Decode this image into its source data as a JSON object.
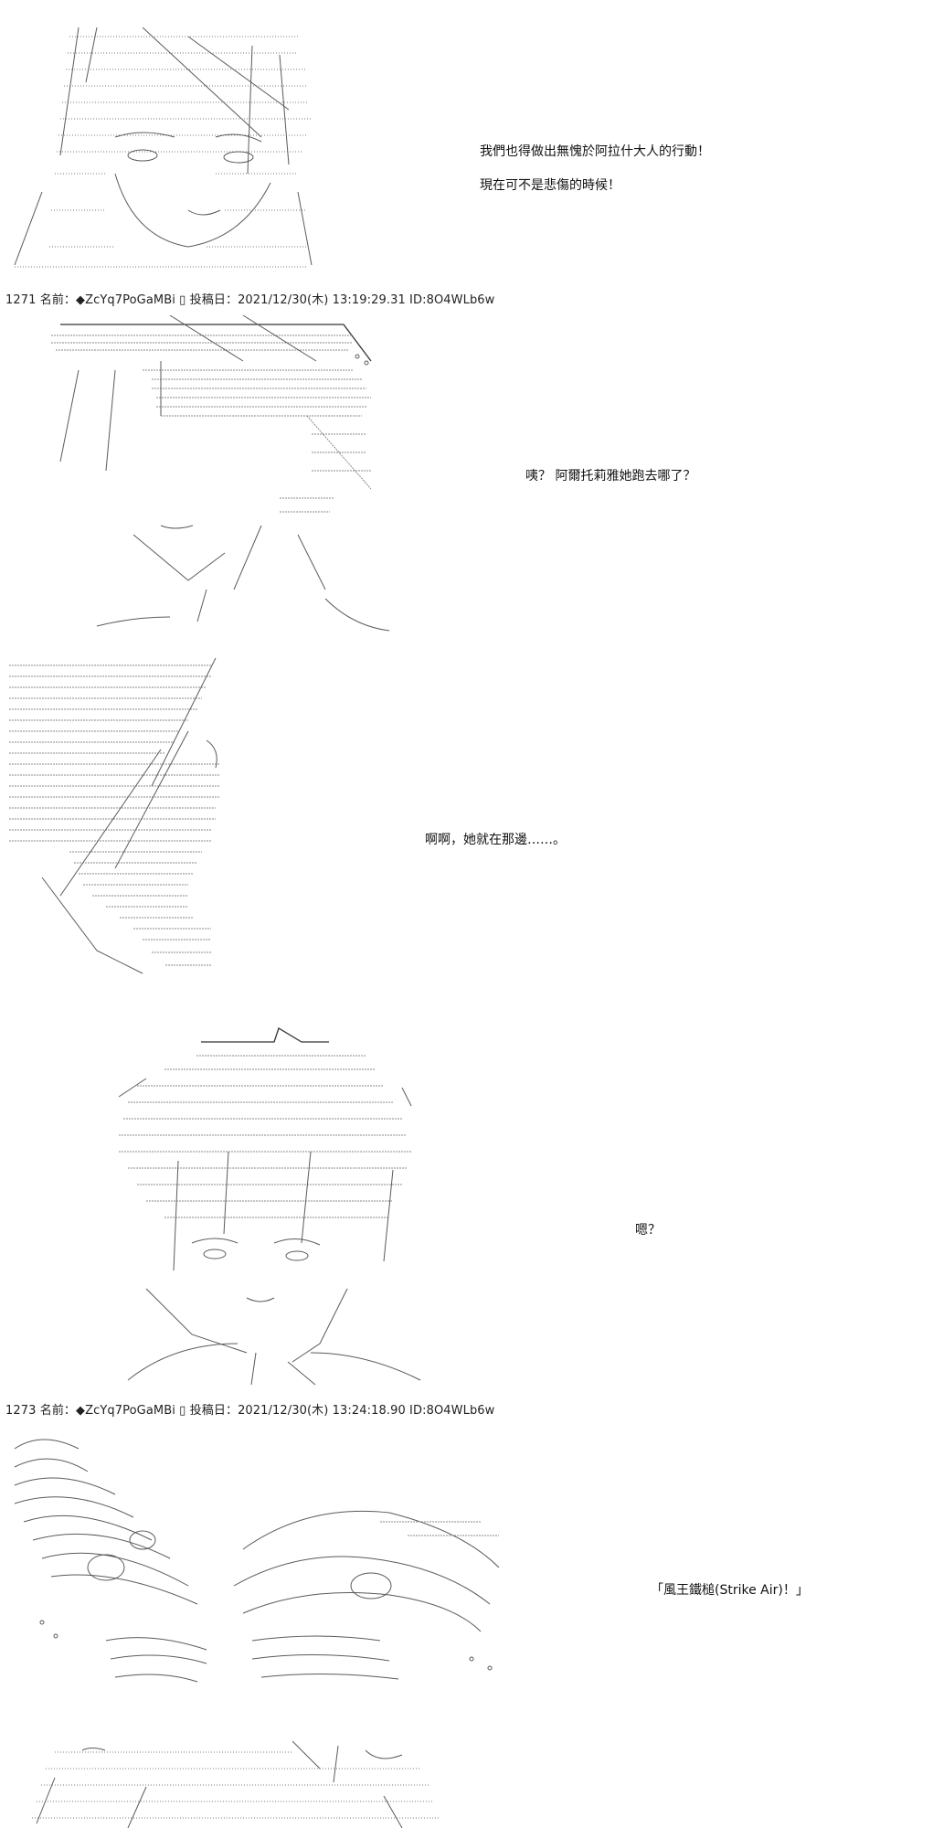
{
  "posts": [
    {
      "header": "1271 名前：◆ZcYq7PoGaMBi ▯ 投稿日：2021/12/30(木) 13:19:29.31 ID:8O4WLb6w"
    },
    {
      "header": "1273 名前：◆ZcYq7PoGaMBi ▯ 投稿日：2021/12/30(木) 13:24:18.90 ID:8O4WLb6w"
    }
  ],
  "dialogue": {
    "panel1_line1": "我們也得做出無愧於阿拉什大人的行動！",
    "panel1_line2": "現在可不是悲傷的時候！",
    "panel2": "咦？ 阿爾托莉雅她跑去哪了？",
    "panel3": "啊啊，她就在那邊……。",
    "panel4": "嗯？",
    "panel5": "「風王鐵槌(Strike Air)！」"
  },
  "art": {
    "panel1": "ascii-art-character-face",
    "panel2": "ascii-art-character-hat",
    "panel3": "ascii-art-character-hair-closeup",
    "panel4": "ascii-art-character-spiky-hair",
    "panel5": "ascii-art-wind-attack",
    "panel6": "ascii-art-character-partial"
  }
}
